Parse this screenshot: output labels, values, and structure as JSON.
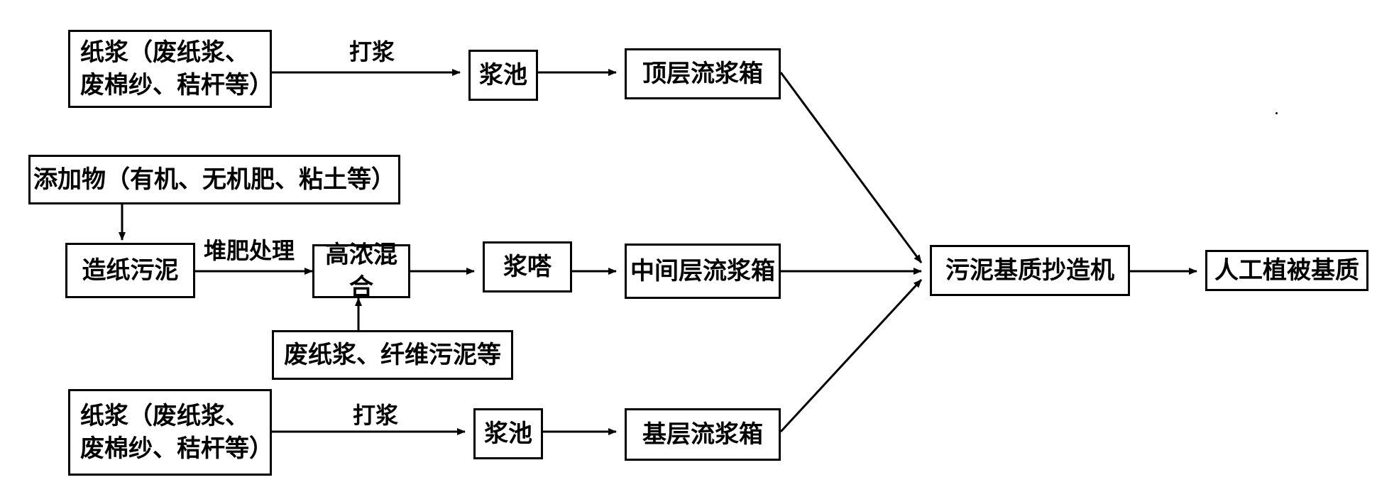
{
  "nodes": {
    "pulp_top": [
      "纸浆（废纸浆、",
      "废棉纱、秸杆等）"
    ],
    "beat_top": "打浆",
    "pool_top": "浆池",
    "headbox_top": "顶层流浆箱",
    "additives": "添加物（有机、无机肥、粘土等）",
    "sludge": "造纸污泥",
    "compost": "堆肥处理",
    "hc_mix": "高浓混合",
    "waste_pulp": "废纸浆、纤维污泥等",
    "tower": "浆嗒",
    "headbox_mid": "中间层流浆箱",
    "pulp_bot": [
      "纸浆（废纸浆、",
      "废棉纱、秸杆等）"
    ],
    "beat_bot": "打浆",
    "pool_bot": "浆池",
    "headbox_base": "基层流浆箱",
    "machine": "污泥基质抄造机",
    "product": "人工植被基质"
  }
}
